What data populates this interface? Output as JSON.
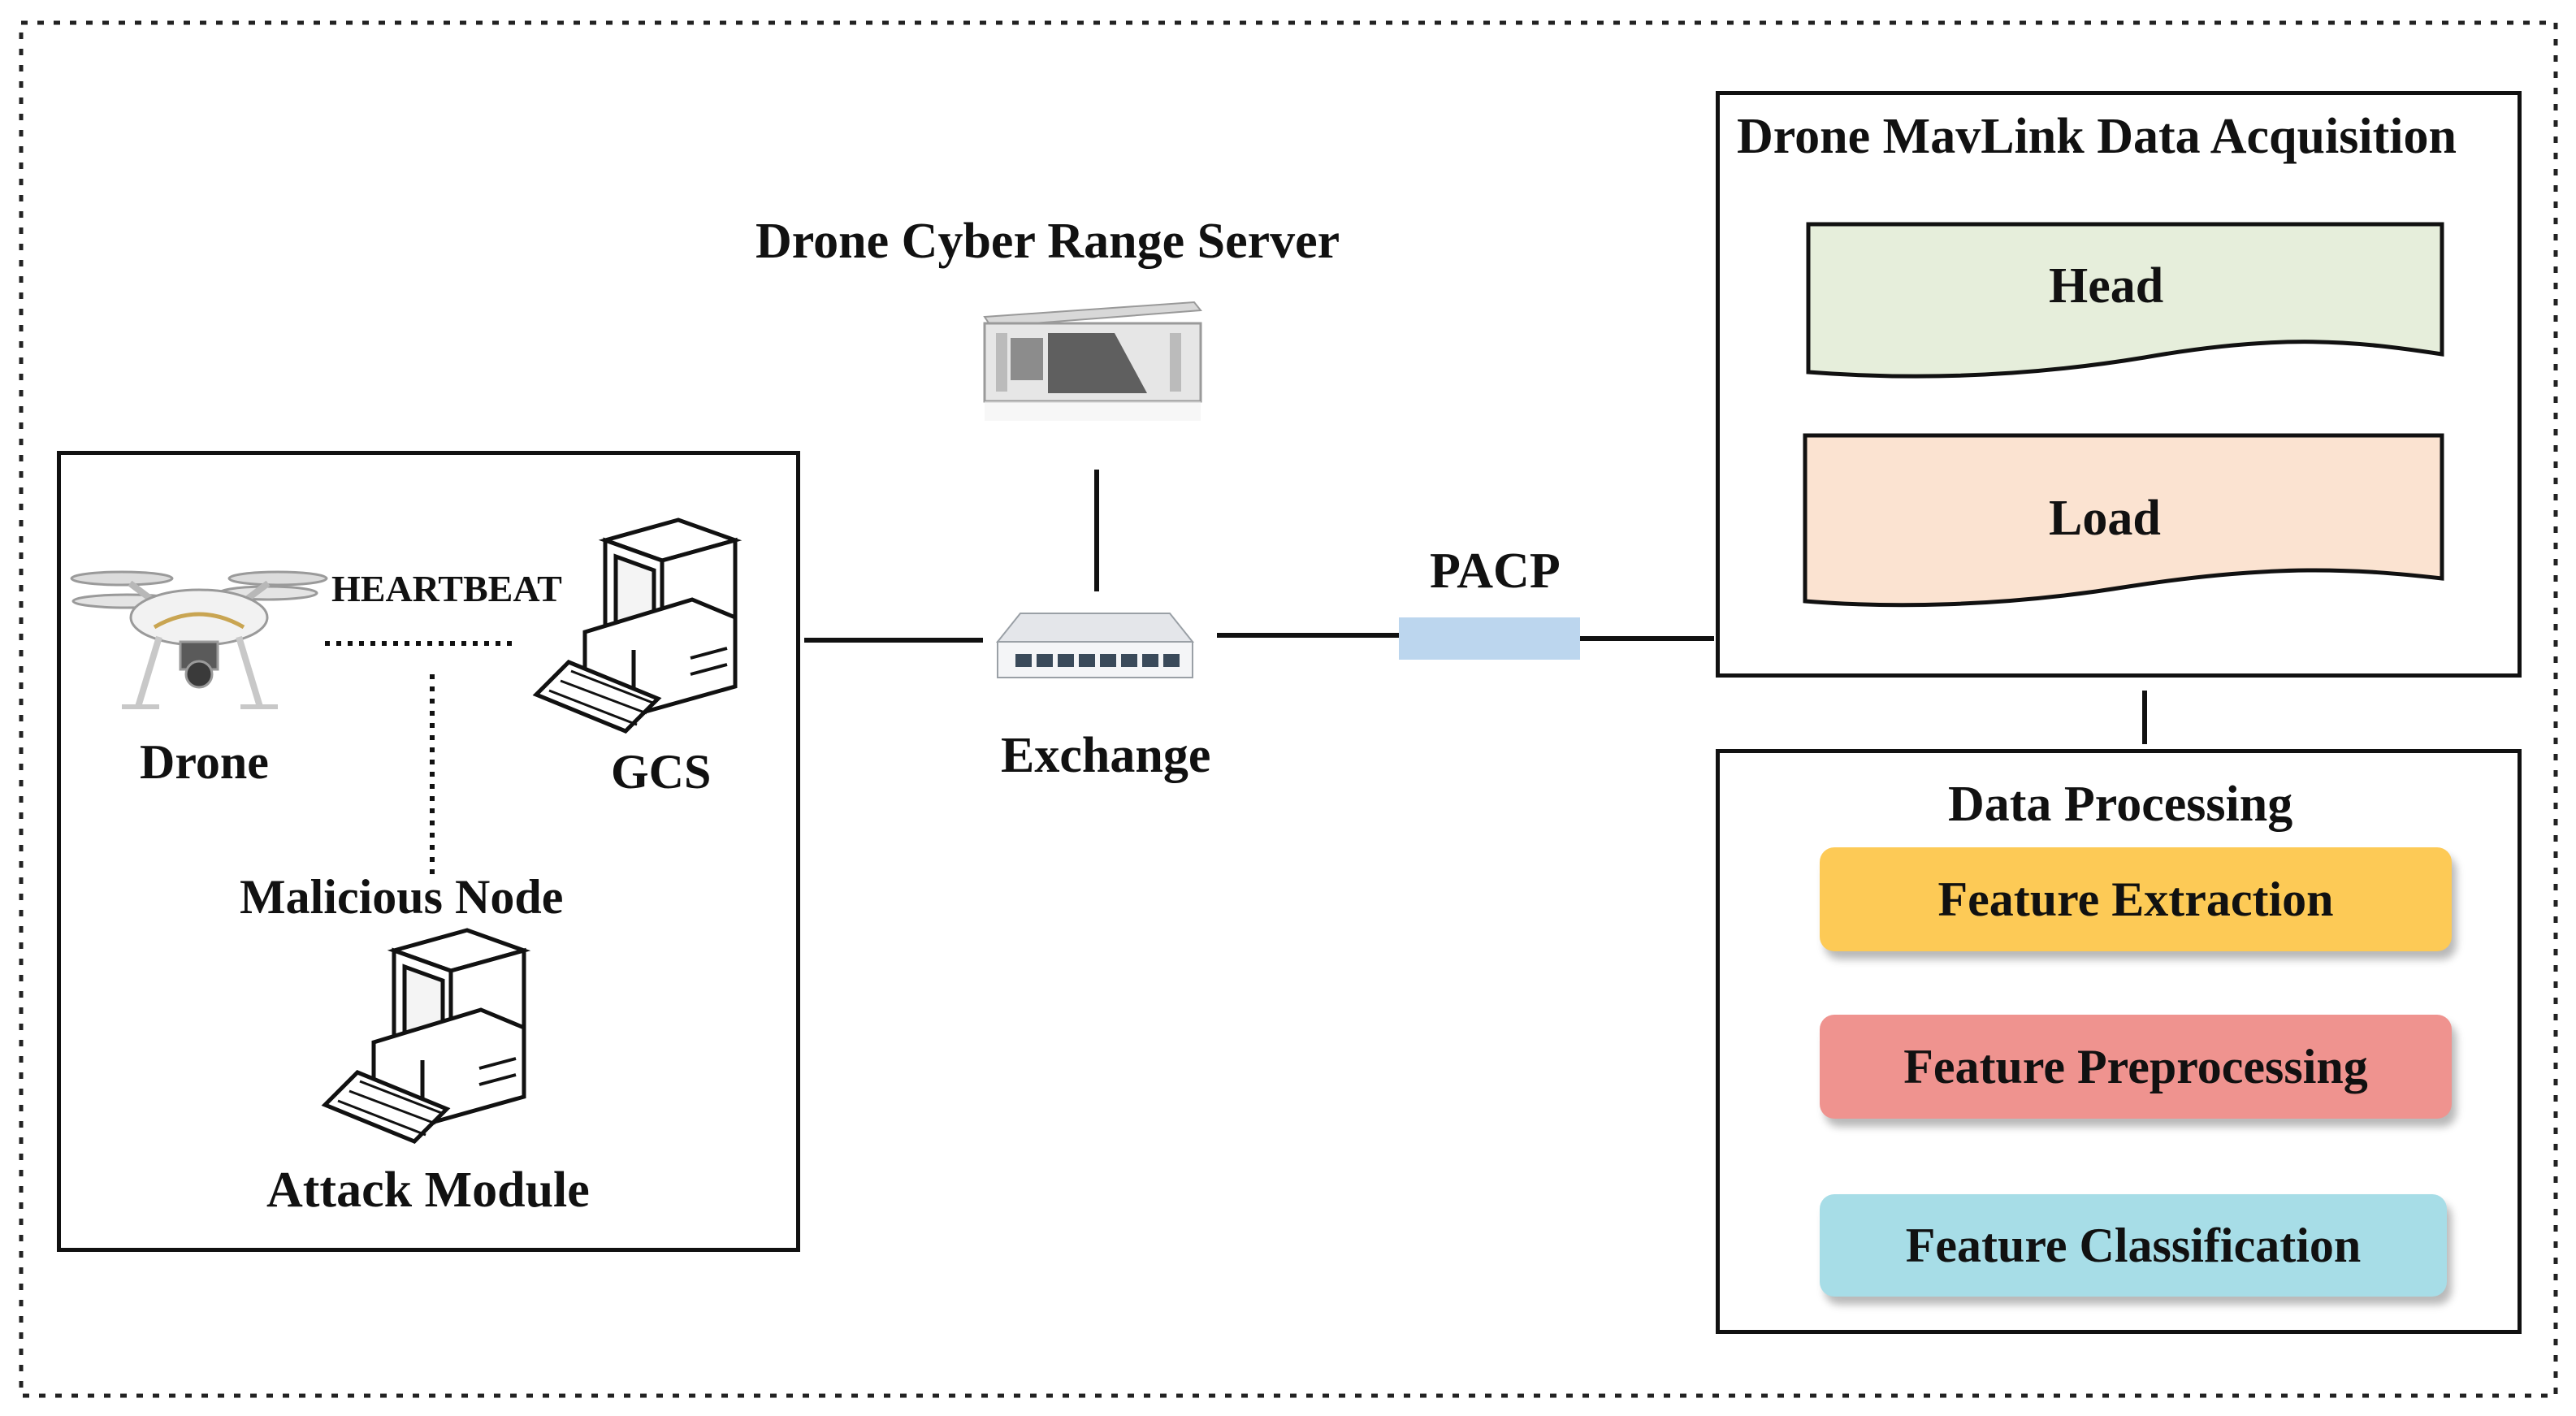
{
  "server": {
    "label": "Drone Cyber Range Server"
  },
  "exchange": {
    "label": "Exchange"
  },
  "link": {
    "label": "PACP"
  },
  "attack_module": {
    "title": "Attack Module",
    "drone_label": "Drone",
    "gcs_label": "GCS",
    "heartbeat_label": "HEARTBEAT",
    "malicious_label": "Malicious Node"
  },
  "acquisition": {
    "title": "Drone MavLink Data Acquisition",
    "head_label": "Head",
    "load_label": "Load"
  },
  "processing": {
    "title": "Data Processing",
    "steps": [
      {
        "label": "Feature Extraction",
        "color": "#fdca56"
      },
      {
        "label": "Feature Preprocessing",
        "color": "#ef938f"
      },
      {
        "label": "Feature Classification",
        "color": "#a7dde7"
      }
    ]
  },
  "colors": {
    "head_fill": "#e6eedb",
    "load_fill": "#fbe3d1",
    "pacp_fill": "#bcd6ee"
  }
}
